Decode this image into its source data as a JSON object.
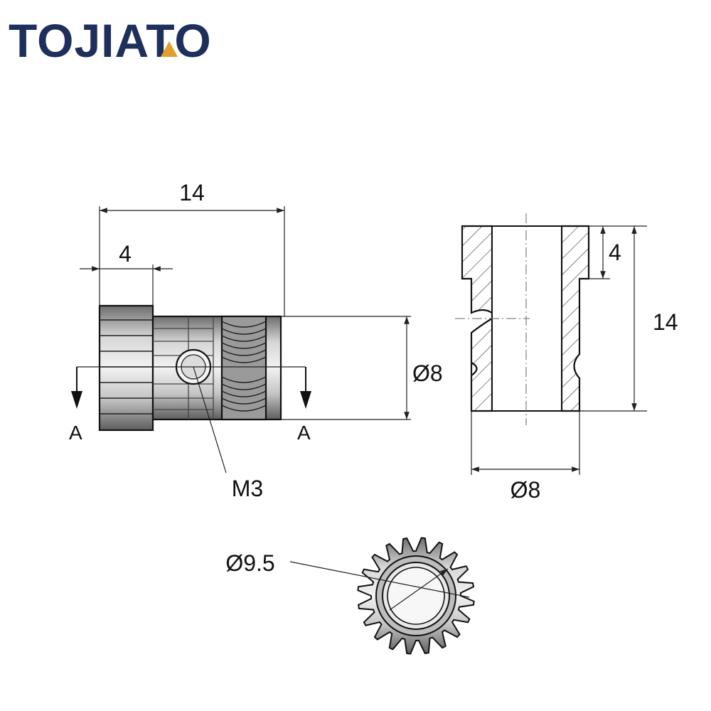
{
  "brand": {
    "name": "TOJIATO",
    "color_dark": "#1f2f5c",
    "color_accent": "#e2a02a"
  },
  "front_view": {
    "length": "14",
    "teeth_length": "4",
    "diameter": "Ø8",
    "thread": "M3",
    "section_left": "A",
    "section_right": "A"
  },
  "side_view": {
    "top_offset": "4",
    "height": "14",
    "diameter": "Ø8"
  },
  "end_view": {
    "diameter": "Ø9.5"
  }
}
